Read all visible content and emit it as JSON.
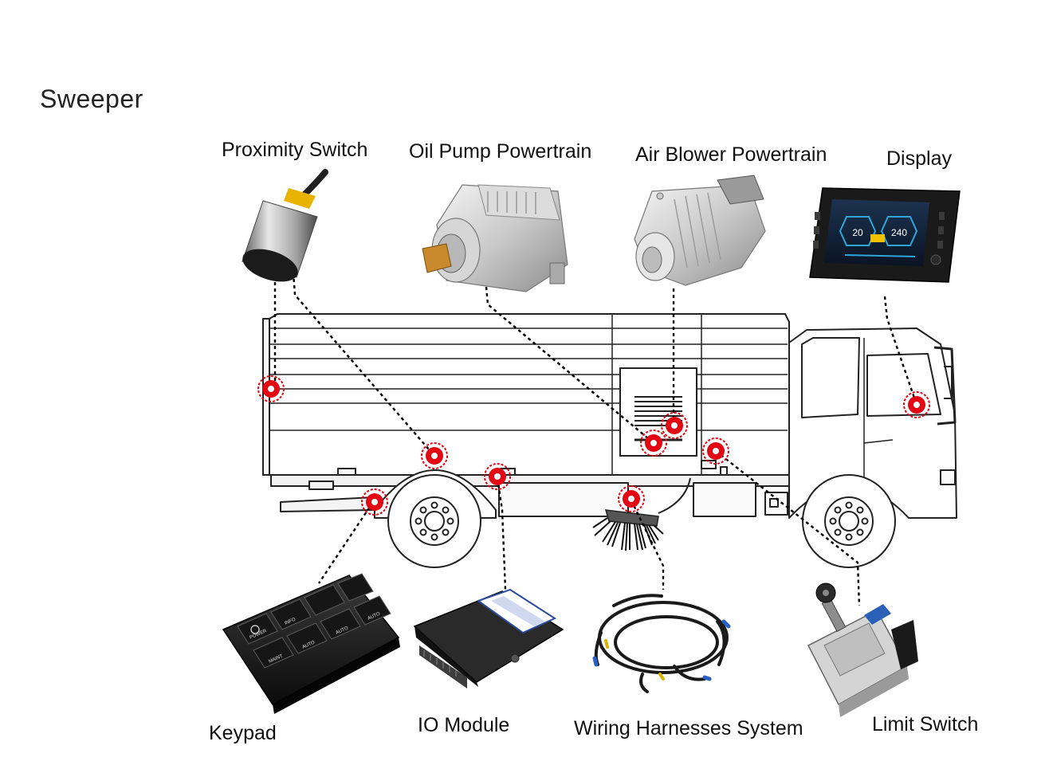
{
  "page": {
    "title": "Sweeper"
  },
  "components": [
    {
      "id": "proximity-switch",
      "label": "Proximity Switch"
    },
    {
      "id": "oil-pump-powertrain",
      "label": "Oil Pump Powertrain"
    },
    {
      "id": "air-blower-powertrain",
      "label": "Air Blower Powertrain"
    },
    {
      "id": "display",
      "label": "Display"
    },
    {
      "id": "keypad",
      "label": "Keypad"
    },
    {
      "id": "io-module",
      "label": "IO Module"
    },
    {
      "id": "wiring-harnesses-system",
      "label": "Wiring Harnesses System"
    },
    {
      "id": "limit-switch",
      "label": "Limit Switch"
    }
  ],
  "display_screen": {
    "left_gauge": "20",
    "right_gauge": "240"
  },
  "keypad_buttons": [
    "POWER",
    "INFO",
    "MAINT",
    "AUTO",
    "AUTO",
    "AUTO"
  ],
  "colors": {
    "marker": "#e30613",
    "leader": "#000000",
    "outline": "#222222"
  }
}
